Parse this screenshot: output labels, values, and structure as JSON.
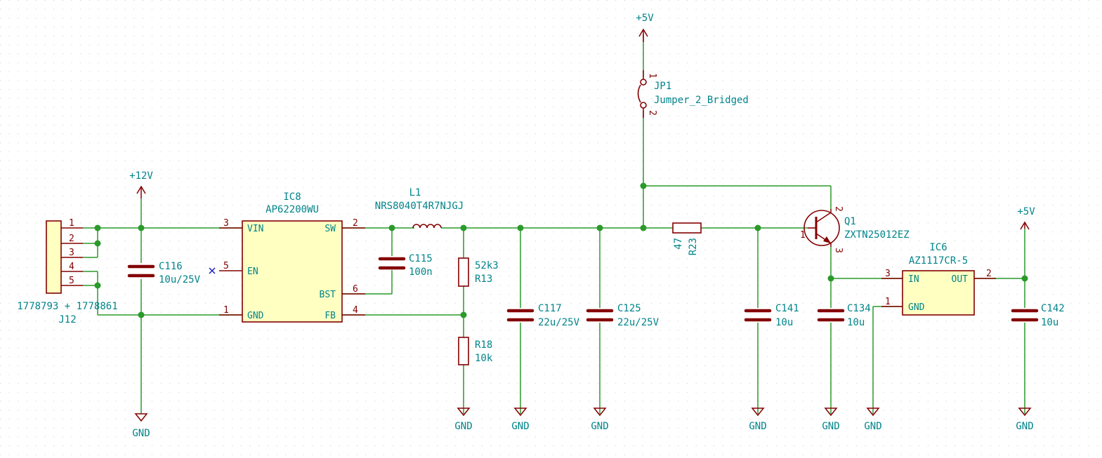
{
  "schematic": {
    "power": {
      "plus12v": "+12V",
      "plus5v_top": "+5V",
      "plus5v_right": "+5V",
      "gnd": "GND"
    },
    "J12": {
      "ref": "J12",
      "value": "1778793 + 1778861",
      "pins": [
        "1",
        "2",
        "3",
        "4",
        "5"
      ]
    },
    "C116": {
      "ref": "C116",
      "value": "10u/25V"
    },
    "IC8": {
      "ref": "IC8",
      "value": "AP62200WU",
      "pins": {
        "vin": "VIN",
        "en": "EN",
        "gnd": "GND",
        "sw": "SW",
        "bst": "BST",
        "fb": "FB"
      },
      "pin_numbers": {
        "vin": "3",
        "en": "5",
        "gnd": "1",
        "sw": "2",
        "bst": "6",
        "fb": "4"
      }
    },
    "C115": {
      "ref": "C115",
      "value": "100n"
    },
    "L1": {
      "ref": "L1",
      "value": "NRS8040T4R7NJGJ"
    },
    "R13": {
      "ref": "R13",
      "value": "52k3"
    },
    "R18": {
      "ref": "R18",
      "value": "10k"
    },
    "C117": {
      "ref": "C117",
      "value": "22u/25V"
    },
    "C125": {
      "ref": "C125",
      "value": "22u/25V"
    },
    "JP1": {
      "ref": "JP1",
      "value": "Jumper_2_Bridged",
      "pins": [
        "1",
        "2"
      ]
    },
    "R23": {
      "ref": "R23",
      "value": "47"
    },
    "C141": {
      "ref": "C141",
      "value": "10u"
    },
    "Q1": {
      "ref": "Q1",
      "value": "ZXTN25012EZ",
      "pins": [
        "1",
        "2",
        "3"
      ]
    },
    "C134": {
      "ref": "C134",
      "value": "10u"
    },
    "IC6": {
      "ref": "IC6",
      "value": "AZ1117CR-5",
      "pins": {
        "in": "IN",
        "out": "OUT",
        "gnd": "GND"
      },
      "pin_numbers": {
        "in": "3",
        "out": "2",
        "gnd": "1"
      }
    },
    "C142": {
      "ref": "C142",
      "value": "10u"
    },
    "colors": {
      "wire": "#2a9a2a",
      "symbol": "#840000",
      "label": "#00848a",
      "ic_fill": "#ffffc2",
      "no_connect": "#2020c0"
    }
  }
}
